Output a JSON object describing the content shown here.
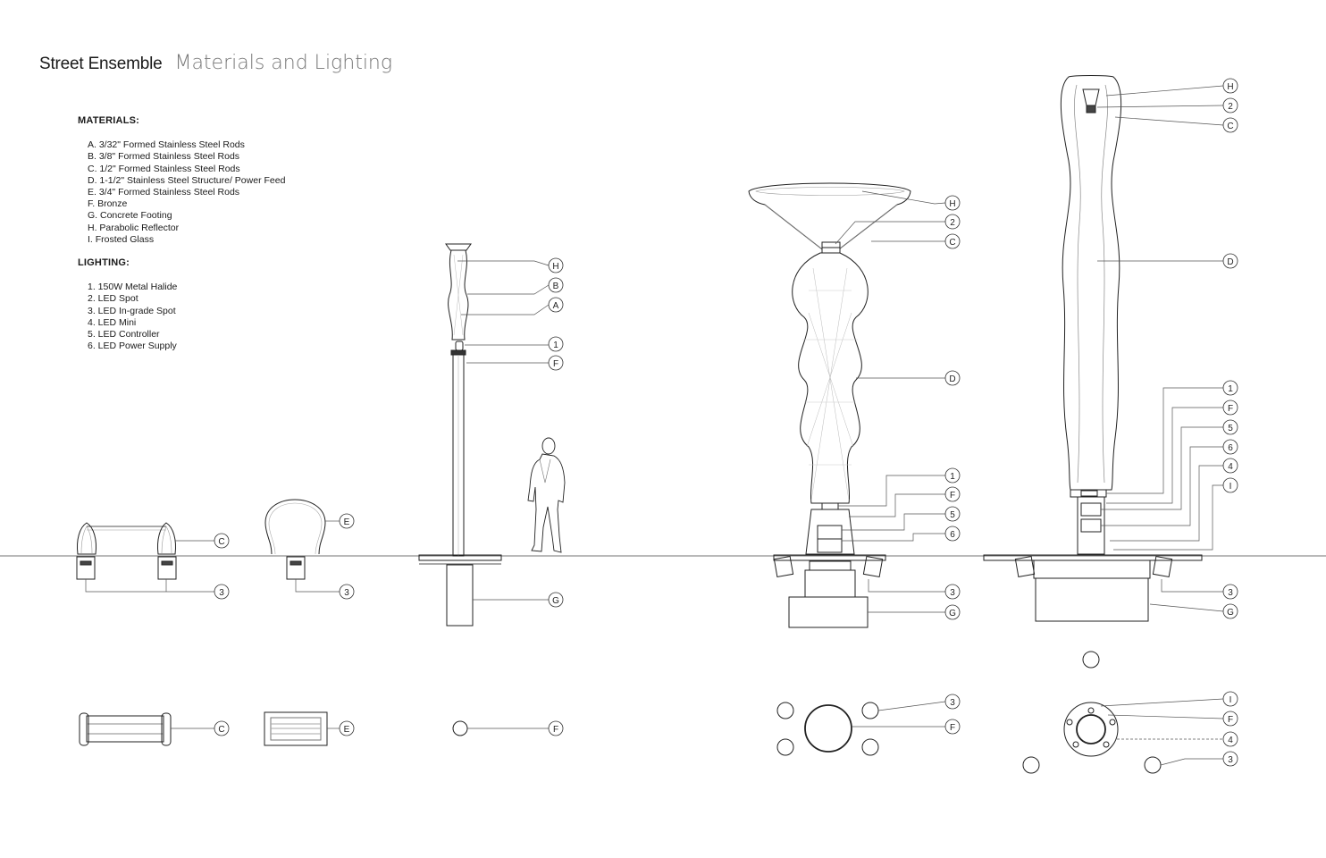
{
  "header": {
    "title": "Street Ensemble",
    "subtitle": "Materials and Lighting"
  },
  "materials": {
    "heading": "MATERIALS:",
    "items": [
      "A. 3/32\" Formed Stainless Steel Rods",
      "B. 3/8\" Formed Stainless Steel Rods",
      "C. 1/2\" Formed Stainless Steel Rods",
      "D. 1-1/2\" Stainless Steel Structure/ Power Feed",
      "E. 3/4\" Formed Stainless Steel Rods",
      "F. Bronze",
      "G. Concrete Footing",
      "H. Parabolic Reflector",
      "I. Frosted Glass"
    ]
  },
  "lighting": {
    "heading": "LIGHTING:",
    "items": [
      "1. 150W Metal Halide",
      "2. LED Spot",
      "3. LED In-grade Spot",
      "4. LED Mini",
      "5. LED Controller",
      "6. LED Power Supply"
    ]
  },
  "callouts": {
    "bench": [
      "C",
      "3"
    ],
    "arch": [
      "E",
      "3"
    ],
    "slim_pole": [
      "H",
      "B",
      "A",
      "1",
      "F",
      "G"
    ],
    "funnel_light": [
      "H",
      "2",
      "C",
      "D",
      "1",
      "F",
      "5",
      "6",
      "3",
      "G"
    ],
    "tall_column": [
      "H",
      "2",
      "C",
      "D",
      "1",
      "F",
      "5",
      "6",
      "4",
      "I",
      "3",
      "G"
    ],
    "plan_bench": [
      "C"
    ],
    "plan_arch": [
      "E"
    ],
    "plan_pole": [
      "F"
    ],
    "plan_funnel": [
      "3",
      "F"
    ],
    "plan_column": [
      "I",
      "F",
      "4",
      "3"
    ]
  },
  "colors": {
    "line": "#222222",
    "fine_line": "#9a9a9a",
    "subtitle": "#777777"
  }
}
